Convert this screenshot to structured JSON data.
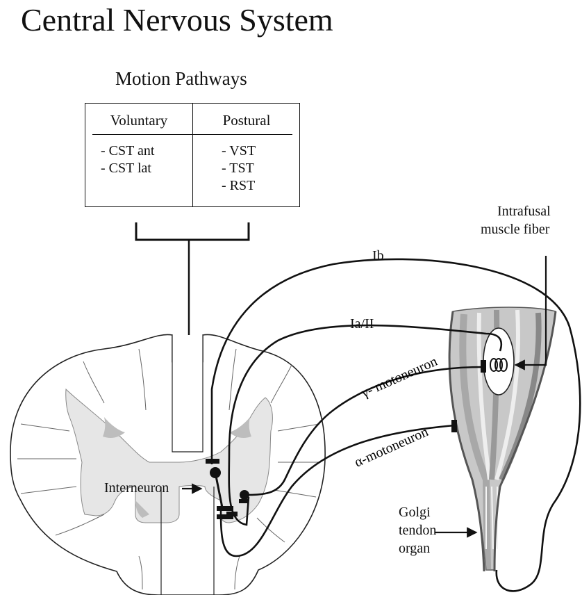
{
  "title": "Central Nervous System",
  "subtitle": "Motion Pathways",
  "table": {
    "columns": [
      {
        "header": "Voluntary",
        "items": [
          "- CST ant",
          "- CST lat"
        ]
      },
      {
        "header": "Postural",
        "items": [
          "- VST",
          "- TST",
          "- RST"
        ]
      }
    ]
  },
  "labels": {
    "intrafusal": [
      "Intrafusal",
      "muscle fiber"
    ],
    "ib": "Ib",
    "ia_ii": "Ia/II",
    "gamma": "γ- motoneuron",
    "alpha": "α-motoneuron",
    "interneuron": "Interneuron",
    "golgi": [
      "Golgi",
      "tendon",
      "organ"
    ]
  }
}
